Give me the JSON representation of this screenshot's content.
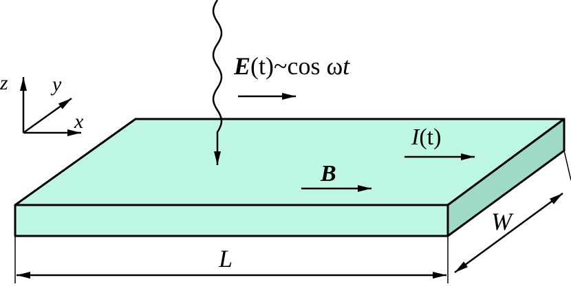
{
  "colors": {
    "plate_top": "#bff7e7",
    "plate_front": "#bff7e7",
    "plate_side": "#9fd9c8",
    "stroke": "#000000",
    "background": "#ffffff"
  },
  "axes": {
    "z_label": "z",
    "y_label": "y",
    "x_label": "x"
  },
  "field": {
    "E_symbol": "E",
    "E_arg": "(t)",
    "E_relation": "~cos ω",
    "E_time": "t"
  },
  "plate": {
    "current_symbol": "I",
    "current_arg": "(t)",
    "b_field_label": "B",
    "length_label": "L",
    "width_label": "W"
  }
}
